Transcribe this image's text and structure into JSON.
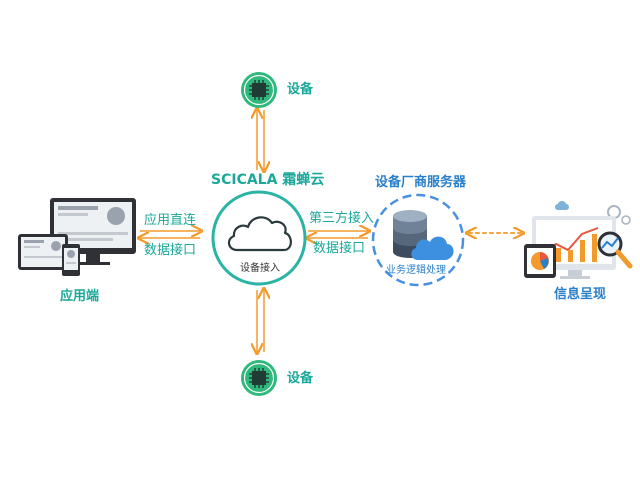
{
  "colors": {
    "teal": "#1aa89a",
    "blue": "#2a7fc9",
    "orange": "#f39a2b",
    "chip_green": "#2fb97d"
  },
  "nodes": {
    "device_top": {
      "label": "设备",
      "icon": "chip-icon"
    },
    "device_bottom": {
      "label": "设备",
      "icon": "chip-icon"
    },
    "cloud_platform": {
      "title": "SCICALA 霜蝉云",
      "inner_label": "设备接入",
      "icon": "cloud-icon"
    },
    "vendor_server": {
      "title": "设备厂商服务器",
      "inner_label": "业务逻辑处理",
      "icon": "database-cloud-icon"
    },
    "app_client": {
      "label": "应用端",
      "icon": "devices-icon"
    },
    "info_display": {
      "label": "信息呈现",
      "icon": "analytics-icon"
    }
  },
  "connectors": {
    "app_link": {
      "line1": "应用直连",
      "line2": "数据接口"
    },
    "vendor_link": {
      "line1": "第三方接入",
      "line2": "数据接口"
    }
  }
}
